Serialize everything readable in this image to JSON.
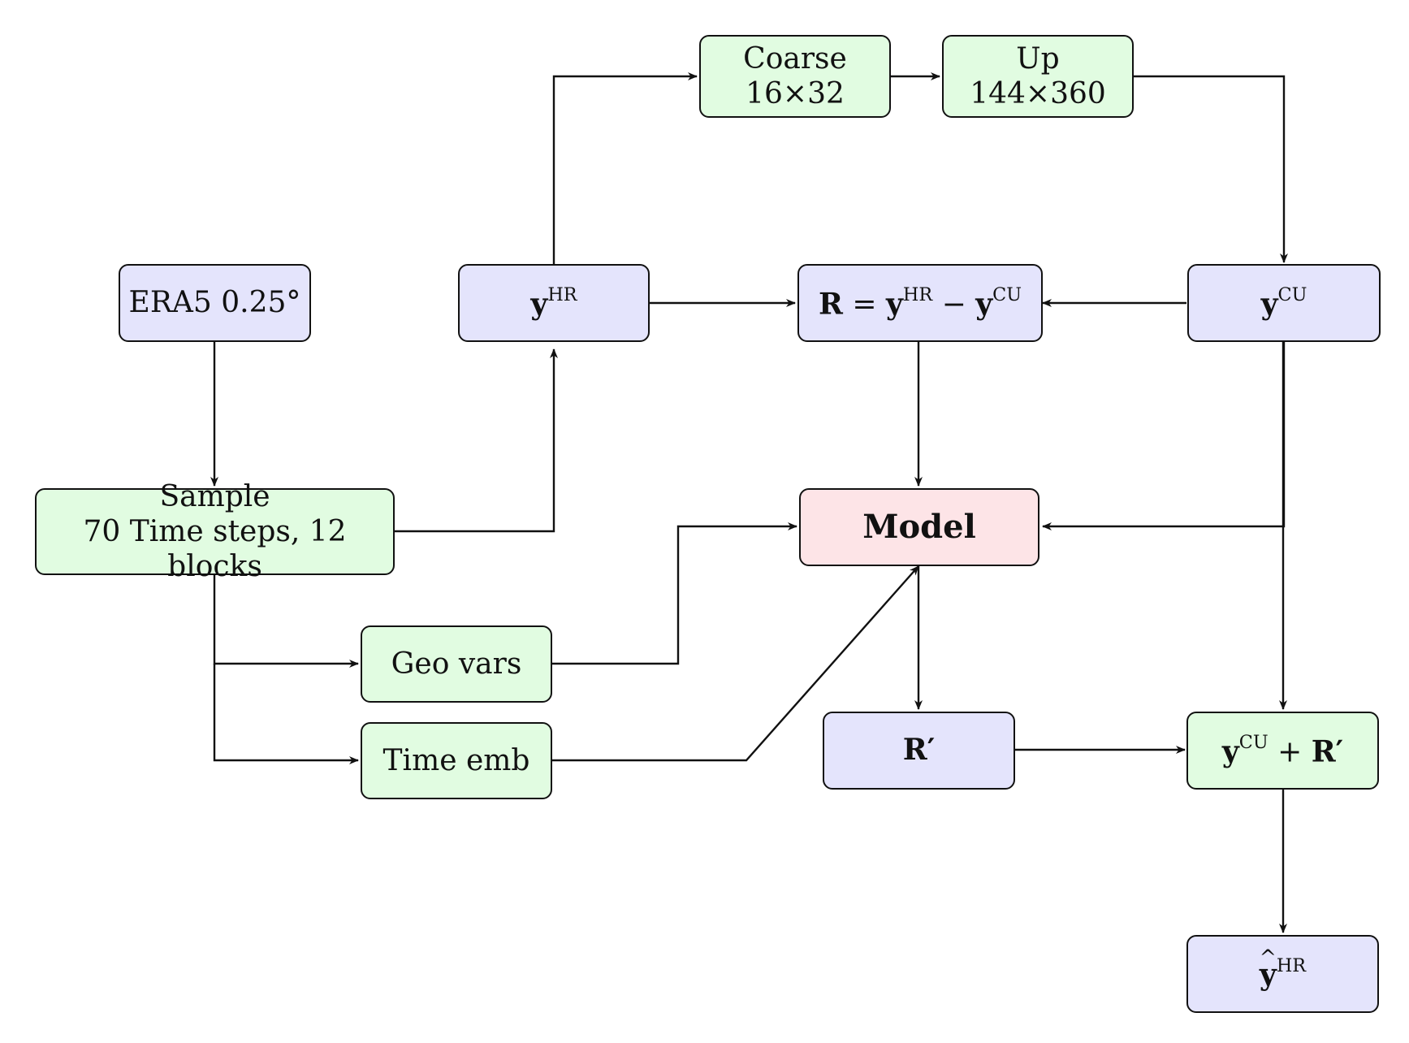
{
  "nodes": {
    "era5": "ERA5 0.25°",
    "sample": {
      "line1": "Sample",
      "line2": "70 Time steps, 12 blocks"
    },
    "coarse": {
      "line1": "Coarse",
      "line2": "16×32"
    },
    "up": {
      "line1": "Up",
      "line2": "144×360"
    },
    "y_hr": {
      "base": "y",
      "sup": "HR"
    },
    "residual": {
      "lhs": "R",
      "eq": "=",
      "y1": "y",
      "sup1": "HR",
      "minus": "−",
      "y2": "y",
      "sup2": "CU"
    },
    "y_cu": {
      "base": "y",
      "sup": "CU"
    },
    "model": "Model",
    "geo_vars": "Geo vars",
    "time_emb": "Time emb",
    "r_prime": "R′",
    "sum": {
      "y": "y",
      "sup": "CU",
      "plus": "+",
      "r": "R′"
    },
    "y_hat": {
      "base": "y",
      "hat": "^",
      "sup": "HR"
    }
  },
  "colors": {
    "green_fill": "#e1fce1",
    "blue_fill": "#e4e4fc",
    "pink_fill": "#fde4e7",
    "stroke": "#111111"
  }
}
